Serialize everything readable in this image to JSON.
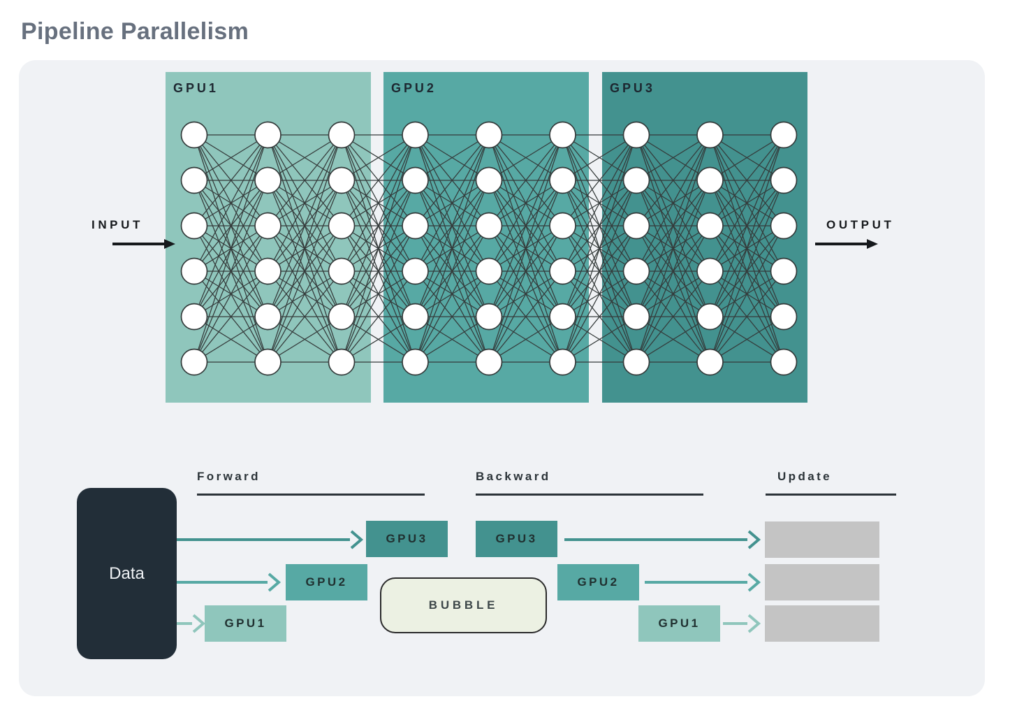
{
  "title": "Pipeline Parallelism",
  "colors": {
    "page_bg": "#ffffff",
    "panel_bg": "#f0f2f5",
    "title_text": "#67707e",
    "gpu1": "#8fc6bc",
    "gpu2": "#57a9a4",
    "gpu3": "#43928f",
    "network_edge": "#343a3a",
    "node_fill": "#ffffff",
    "node_stroke": "#333a3a",
    "data_box": "#222e38",
    "data_text": "#eef1f4",
    "bubble_bg": "#ecf1e3",
    "bubble_border": "#2b2b2b",
    "update_box": "#c4c4c4",
    "label_ink": "#1d2730",
    "arrow_black": "#16191c"
  },
  "network": {
    "input_label": "INPUT",
    "output_label": "OUTPUT",
    "rows_per_layer": 6,
    "layers_per_gpu": 3,
    "gpus": [
      {
        "label": "GPU1"
      },
      {
        "label": "GPU2"
      },
      {
        "label": "GPU3"
      }
    ]
  },
  "pipeline": {
    "data_label": "Data",
    "bubble_label": "BUBBLE",
    "sections": [
      {
        "label": "Forward"
      },
      {
        "label": "Backward"
      },
      {
        "label": "Update"
      }
    ],
    "forward": [
      {
        "label": "GPU3"
      },
      {
        "label": "GPU2"
      },
      {
        "label": "GPU1"
      }
    ],
    "backward": [
      {
        "label": "GPU3"
      },
      {
        "label": "GPU2"
      },
      {
        "label": "GPU1"
      }
    ],
    "update_slots": 3
  }
}
